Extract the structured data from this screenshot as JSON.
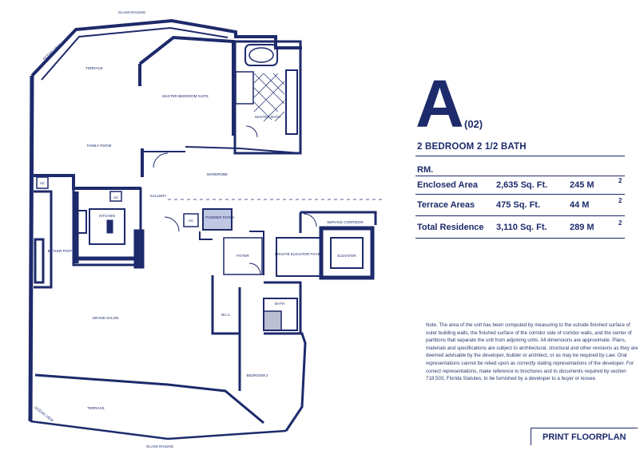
{
  "unit": {
    "letter": "A",
    "code": "(02)",
    "subtitle": "2 BEDROOM 2 1/2 BATH"
  },
  "areas": {
    "rm_label": "RM.",
    "rows": [
      {
        "label": "Enclosed Area",
        "sqft": "2,635 Sq. Ft.",
        "sqm": "245 M",
        "sup": "2"
      },
      {
        "label": "Terrace Areas",
        "sqft": "475 Sq. Ft.",
        "sqm": "44 M",
        "sup": "2"
      },
      {
        "label": "Total Residence",
        "sqft": "3,110 Sq. Ft.",
        "sqm": "289 M",
        "sup": "2"
      }
    ]
  },
  "note": "Note. The area of the unit has been computed by measuring to the outside finished surface of outer building walls, the finished surface of the corridor side of corridor walls, and the center of partitions that separate the unit from adjoining units. All dimensions are approximate. Plans, materials and specifications are subject to architectural, structural and other revisions as they are deemed advisable by the developer, builder or architect, or as may be required by Law. Oral representations cannot be relied upon as correctly stating representations of the developer. For correct representations, make reference to brochures and to documents required by section 718.503, Florida Statutes, to be furnished by a developer to a buyer or lessee.",
  "print_label": "PRINT FLOORPLAN",
  "plan_labels": {
    "glass_railing_top": "GLASS RAILING",
    "glass_railing_bottom": "GLASS RAILING",
    "ocean_view_top": "OCEAN VIEW",
    "ocean_view_bottom": "OCEAN VIEW",
    "terrace_top": "TERRACE",
    "terrace_bottom": "TERRACE",
    "master_bedroom": "MASTER BEDROOM SUITE",
    "master_bath": "MASTER BATH",
    "family_room": "FAMILY ROOM",
    "wardrobe": "WARDROBE",
    "gallery": "GALLERY",
    "kitchen": "KITCHEN",
    "butler_pantry": "BUTLER PANTRY",
    "powder_room": "POWDER ROOM",
    "foyer": "FOYER",
    "private_elevator_foyer": "PRIVATE ELEVATOR FOYER",
    "service_corridor": "SERVICE CORRIDOR",
    "elevator": "ELEVATOR",
    "grand_salon": "GRAND SALON",
    "wic": "W.I.C.",
    "bath": "BATH",
    "bedroom2": "BEDROOM 2",
    "ac": "AC"
  },
  "colors": {
    "wall": "#1d2a6b",
    "highlight": "#7f8fc8",
    "text": "#1d2a6b"
  }
}
